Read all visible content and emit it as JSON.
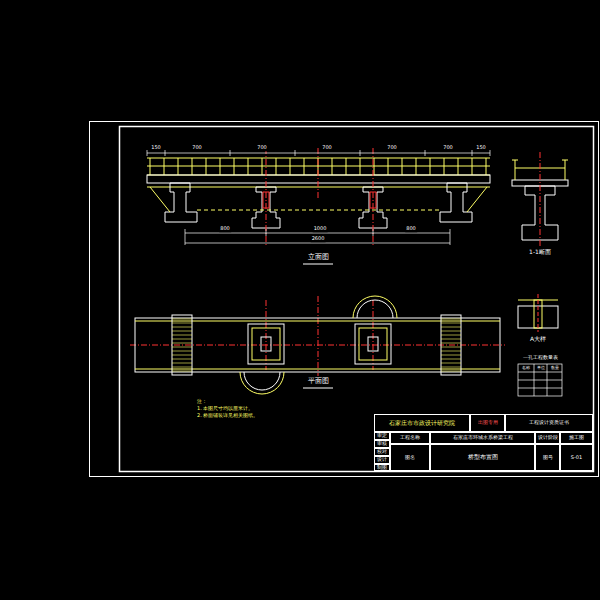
{
  "diagram": {
    "nodes": [
      {
        "text": [
          "石家庄市市政设计研究院"
        ]
      },
      {
        "text": [
          "出图专用"
        ]
      },
      {
        "text": [
          "工程设计资质证书"
        ]
      },
      {
        "text": [
          "审定"
        ]
      },
      {
        "text": [
          "审核"
        ]
      },
      {
        "text": [
          "校对"
        ]
      },
      {
        "text": [
          "设计"
        ]
      },
      {
        "text": [
          "制图"
        ]
      },
      {
        "text": [
          "工程名称"
        ]
      },
      {
        "text": [
          "石家庄市环城水系桥梁工程"
        ]
      },
      {
        "text": [
          "图名"
        ]
      },
      {
        "text": [
          "桥型布置图"
        ]
      },
      {
        "text": [
          "设计阶段"
        ]
      },
      {
        "text": [
          "施工图"
        ]
      },
      {
        "text": [
          "图号"
        ]
      },
      {
        "text": [
          "S-01"
        ]
      }
    ],
    "labels": [
      "立面图",
      "平面图",
      "1-1断面",
      "A大样",
      "一孔工程数量表",
      "名称",
      "单位",
      "数量",
      "150",
      "700",
      "700",
      "700",
      "700",
      "700",
      "150",
      "800",
      "1000",
      "800",
      "2600",
      "注：",
      "1. 本图尺寸均以厘米计。",
      "2. 桥面铺装详见相关图纸。"
    ]
  }
}
